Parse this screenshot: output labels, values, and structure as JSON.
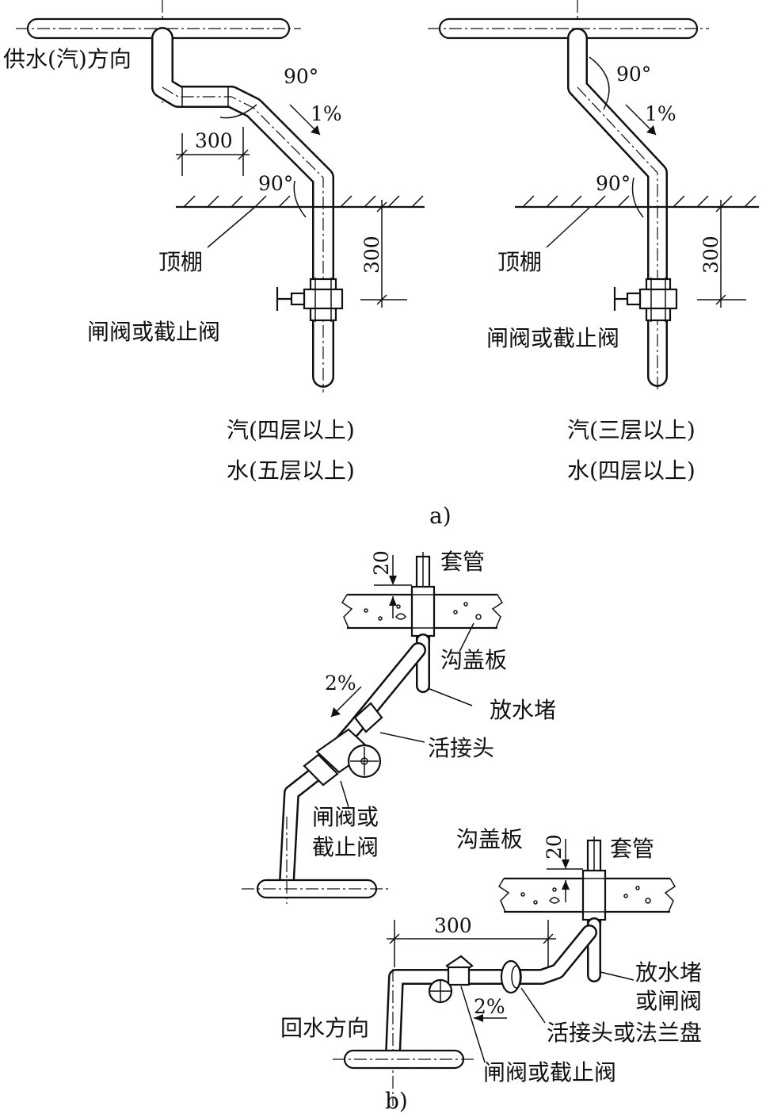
{
  "figure_a": {
    "panel_label": "a)",
    "left": {
      "supply_direction": "供水(汽)方向",
      "angle_top": "90°",
      "slope": "1%",
      "dim_horizontal": "300",
      "angle_bottom": "90°",
      "ceiling": "顶棚",
      "dim_vertical": "300",
      "valve": "闸阀或截止阀",
      "caption_steam": "汽(四层以上)",
      "caption_water": "水(五层以上)"
    },
    "right": {
      "angle_top": "90°",
      "slope": "1%",
      "angle_bottom": "90°",
      "ceiling": "顶棚",
      "dim_vertical": "300",
      "valve": "闸阀或截止阀",
      "caption_steam": "汽(三层以上)",
      "caption_water": "水(四层以上)"
    }
  },
  "figure_b": {
    "panel_label": "b)",
    "upper": {
      "dim_20": "20",
      "sleeve": "套管",
      "trench_cover": "沟盖板",
      "slope": "2%",
      "drain_plug": "放水堵",
      "union": "活接头",
      "valve_line1": "闸阀或",
      "valve_line2": "截止阀"
    },
    "lower": {
      "trench_cover": "沟盖板",
      "dim_20": "20",
      "sleeve": "套管",
      "dim_300": "300",
      "drain_line1": "放水堵",
      "drain_line2": "或闸阀",
      "union_or_flange": "活接头或法兰盘",
      "slope": "2%",
      "return_direction": "回水方向",
      "valve": "闸阀或截止阀"
    }
  }
}
